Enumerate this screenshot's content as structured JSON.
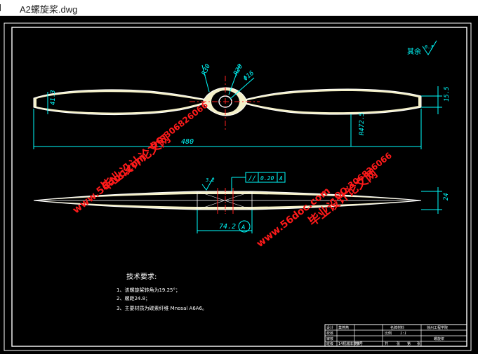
{
  "window": {
    "title": "A2螺旋桨.dwg"
  },
  "drawing": {
    "surface_symbol": {
      "label": "其余",
      "value": "6.3"
    },
    "top_view": {
      "dim_radius_1": "R30",
      "dim_radius_2": "R20",
      "dim_hole": "Φ16",
      "dim_chord": "41.3",
      "dim_span": "480",
      "dim_arc": "R472.5",
      "dim_tip": "15.5"
    },
    "side_view": {
      "roughness": "3.2",
      "tolerance_symbol": "//",
      "tolerance_value": "0.20",
      "tolerance_datum": "A",
      "dim_hub": "74.2",
      "datum_label": "A",
      "dim_thickness": "24"
    },
    "notes": {
      "title": "技术要求:",
      "items": [
        "1、该螺旋桨转角为19.25°；",
        "2、螺距24.8；",
        "3、主要材质为碳素纤维 Mnosal A6A6。"
      ]
    },
    "title_block": {
      "row1": [
        "设计",
        "莫燕燕",
        "",
        "",
        "名牌材料",
        "徐州工程学院"
      ],
      "row2": [
        "校核",
        "",
        "",
        "",
        "比例",
        "1:1"
      ],
      "row3": [
        "审核",
        "",
        "",
        "",
        "",
        "螺旋桨"
      ],
      "row4": [
        "班级",
        "14机械本转本",
        "学号",
        "",
        "共",
        "张",
        "第",
        "张"
      ]
    },
    "watermarks": {
      "site": "www.56doc.com",
      "qq": "QQ:306826066",
      "brand": "毕业设计论文网"
    }
  },
  "colors": {
    "background": "#000000",
    "outline": "#ffffff",
    "dimension": "#00ffff",
    "centerline": "#ff2020",
    "blade_fill": "#f4f0c8",
    "watermark": "#ff1a1a",
    "frame": "#ffffff"
  }
}
